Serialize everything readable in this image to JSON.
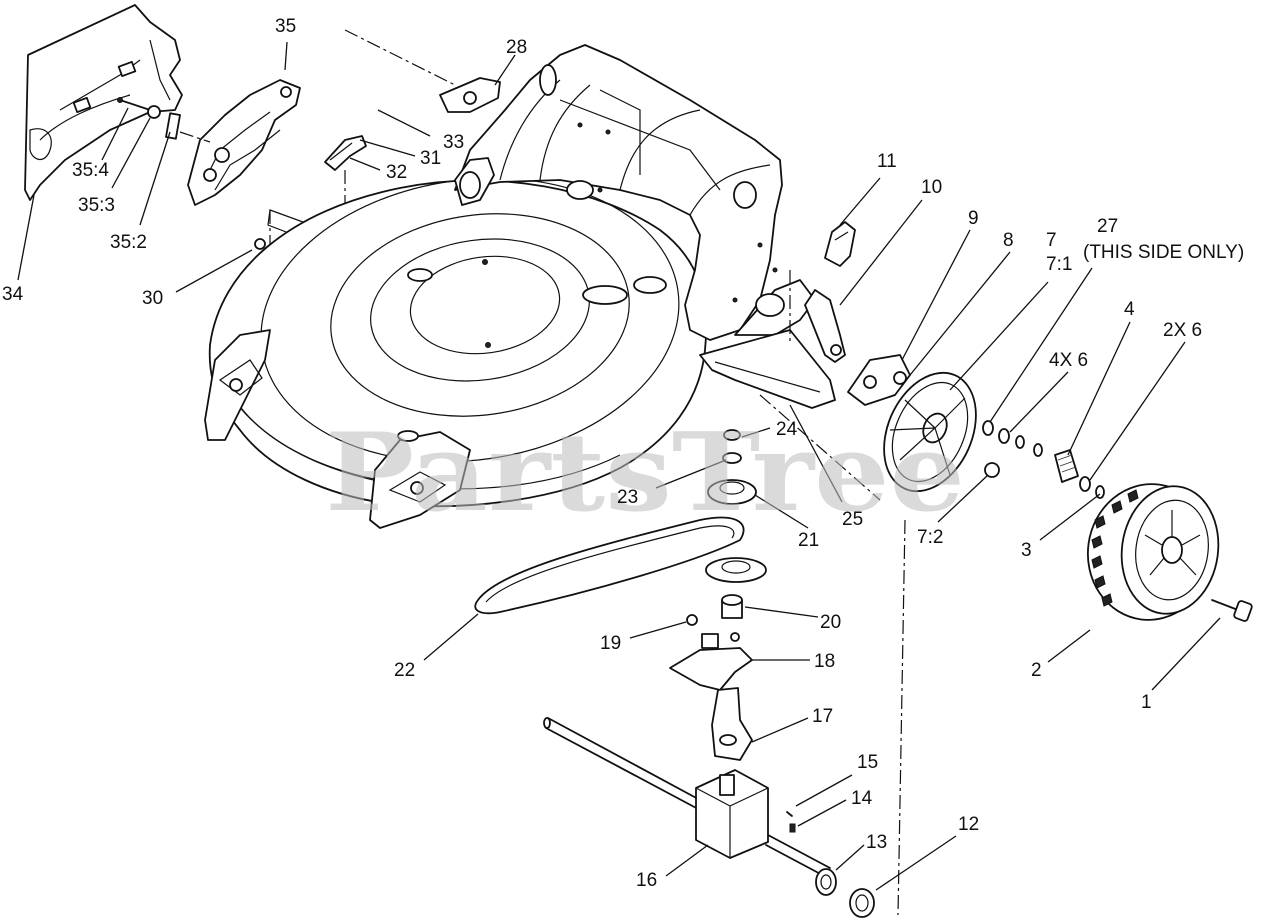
{
  "diagram": {
    "watermark": "PartsTree",
    "callouts": [
      {
        "id": "35",
        "text": "35"
      },
      {
        "id": "35_4",
        "text": "35:4"
      },
      {
        "id": "35_3",
        "text": "35:3"
      },
      {
        "id": "35_2",
        "text": "35:2"
      },
      {
        "id": "34",
        "text": "34"
      },
      {
        "id": "33",
        "text": "33"
      },
      {
        "id": "31",
        "text": "31"
      },
      {
        "id": "32",
        "text": "32"
      },
      {
        "id": "30",
        "text": "30"
      },
      {
        "id": "28",
        "text": "28"
      },
      {
        "id": "11",
        "text": "11"
      },
      {
        "id": "10",
        "text": "10"
      },
      {
        "id": "9",
        "text": "9"
      },
      {
        "id": "8",
        "text": "8"
      },
      {
        "id": "7",
        "text": "7"
      },
      {
        "id": "7_1",
        "text": "7:1"
      },
      {
        "id": "27",
        "text": "27"
      },
      {
        "id": "27_note",
        "text": "(THIS SIDE ONLY)"
      },
      {
        "id": "4",
        "text": "4"
      },
      {
        "id": "4x6",
        "text": "4X 6"
      },
      {
        "id": "2x6",
        "text": "2X 6"
      },
      {
        "id": "24",
        "text": "24"
      },
      {
        "id": "23",
        "text": "23"
      },
      {
        "id": "21",
        "text": "21"
      },
      {
        "id": "25",
        "text": "25"
      },
      {
        "id": "7_2",
        "text": "7:2"
      },
      {
        "id": "3",
        "text": "3"
      },
      {
        "id": "20",
        "text": "20"
      },
      {
        "id": "19",
        "text": "19"
      },
      {
        "id": "18",
        "text": "18"
      },
      {
        "id": "22",
        "text": "22"
      },
      {
        "id": "2",
        "text": "2"
      },
      {
        "id": "1",
        "text": "1"
      },
      {
        "id": "17",
        "text": "17"
      },
      {
        "id": "15",
        "text": "15"
      },
      {
        "id": "14",
        "text": "14"
      },
      {
        "id": "13",
        "text": "13"
      },
      {
        "id": "12",
        "text": "12"
      },
      {
        "id": "16",
        "text": "16"
      }
    ]
  }
}
